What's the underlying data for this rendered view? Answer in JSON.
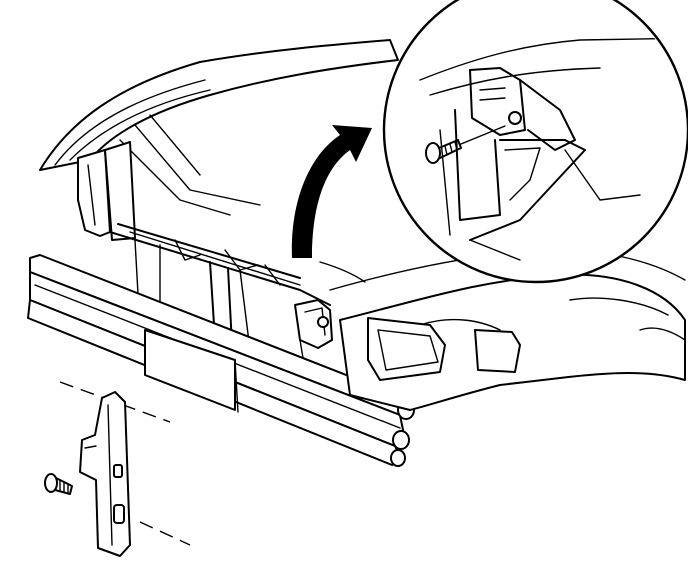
{
  "diagram": {
    "kind": "exploded-view line illustration",
    "colors": {
      "ink": "#000000",
      "paper": "#ffffff"
    },
    "parts": [
      {
        "id": "hood",
        "icon": "hood-outline"
      },
      {
        "id": "radiator-support",
        "icon": "frame-outline"
      },
      {
        "id": "bumper-bar",
        "icon": "bumper-outline"
      },
      {
        "id": "license-plate-bracket",
        "icon": "bracket-outline"
      },
      {
        "id": "bracket-screw",
        "icon": "screw-icon"
      },
      {
        "id": "fender-and-headlamp",
        "icon": "fender-outline"
      },
      {
        "id": "detail-callout",
        "icon": "magnifier-circle"
      },
      {
        "id": "detail-screw",
        "icon": "screw-icon"
      },
      {
        "id": "callout-arrow",
        "icon": "curved-arrow-icon"
      }
    ]
  }
}
